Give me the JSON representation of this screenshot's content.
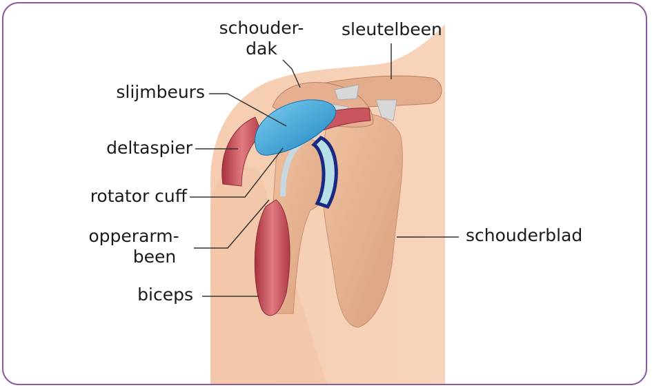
{
  "labels": {
    "schouderdak": [
      "schouder-",
      "dak"
    ],
    "sleutelbeen": "sleutelbeen",
    "slijmbeurs": "slijmbeurs",
    "deltaspier": "deltaspier",
    "rotator_cuff": "rotator cuff",
    "opperarmbeen": [
      "opperarm-",
      "been"
    ],
    "biceps": "biceps",
    "schouderblad": "schouderblad"
  },
  "colors": {
    "frame": "#8a5aa0",
    "skin": "#f3c6a8",
    "bone": "#e8b594",
    "muscle": "#c8505a",
    "bursa": "#3aa6d8",
    "cartilage": "#b7dfe6",
    "leader_line": "#333333"
  }
}
